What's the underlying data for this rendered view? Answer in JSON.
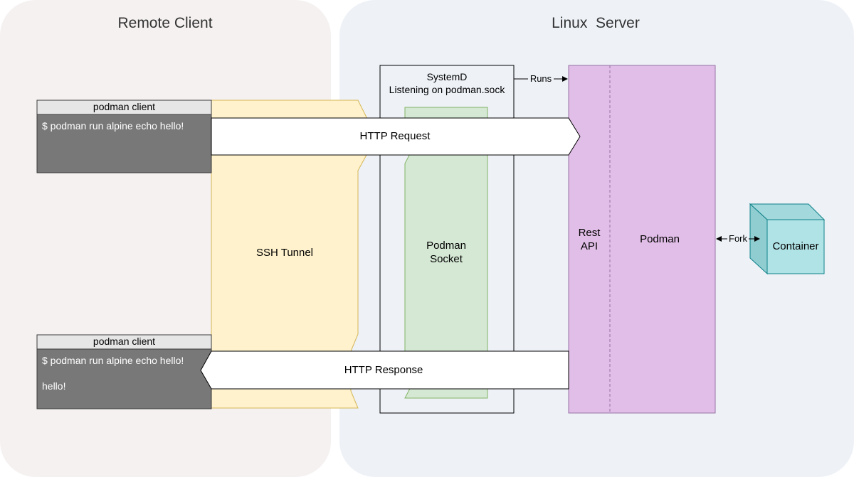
{
  "zones": {
    "remote_client": "Remote Client",
    "linux_server": "Linux  Server"
  },
  "client_top": {
    "header": "podman client",
    "command": "$ podman run alpine echo hello!"
  },
  "client_bottom": {
    "header": "podman client",
    "command": "$ podman run alpine echo hello!",
    "output": "hello!"
  },
  "ssh_tunnel": "SSH Tunnel",
  "systemd": {
    "line1": "SystemD",
    "line2": "Listening on podman.sock"
  },
  "podman_socket": "Podman\nSocket",
  "rest_api": "Rest\nAPI",
  "podman": "Podman",
  "container": "Container",
  "edges": {
    "http_request": "HTTP Request",
    "http_response": "HTTP Response",
    "runs": "Runs",
    "fork": "Fork"
  },
  "colors": {
    "remote_zone": "#f6f1f1",
    "server_zone": "#eef2f7",
    "ssh_fill": "#fff2cc",
    "ssh_stroke": "#d6b656",
    "socket_fill": "#d5e8d4",
    "socket_stroke": "#82b366",
    "podman_fill": "#e1bee7",
    "podman_stroke": "#9673a6",
    "container_front": "#b0e3e6",
    "container_side": "#8fcdd1",
    "container_stroke": "#0e8088",
    "terminal": "#787878",
    "terminal_header": "#e6e6e6"
  }
}
